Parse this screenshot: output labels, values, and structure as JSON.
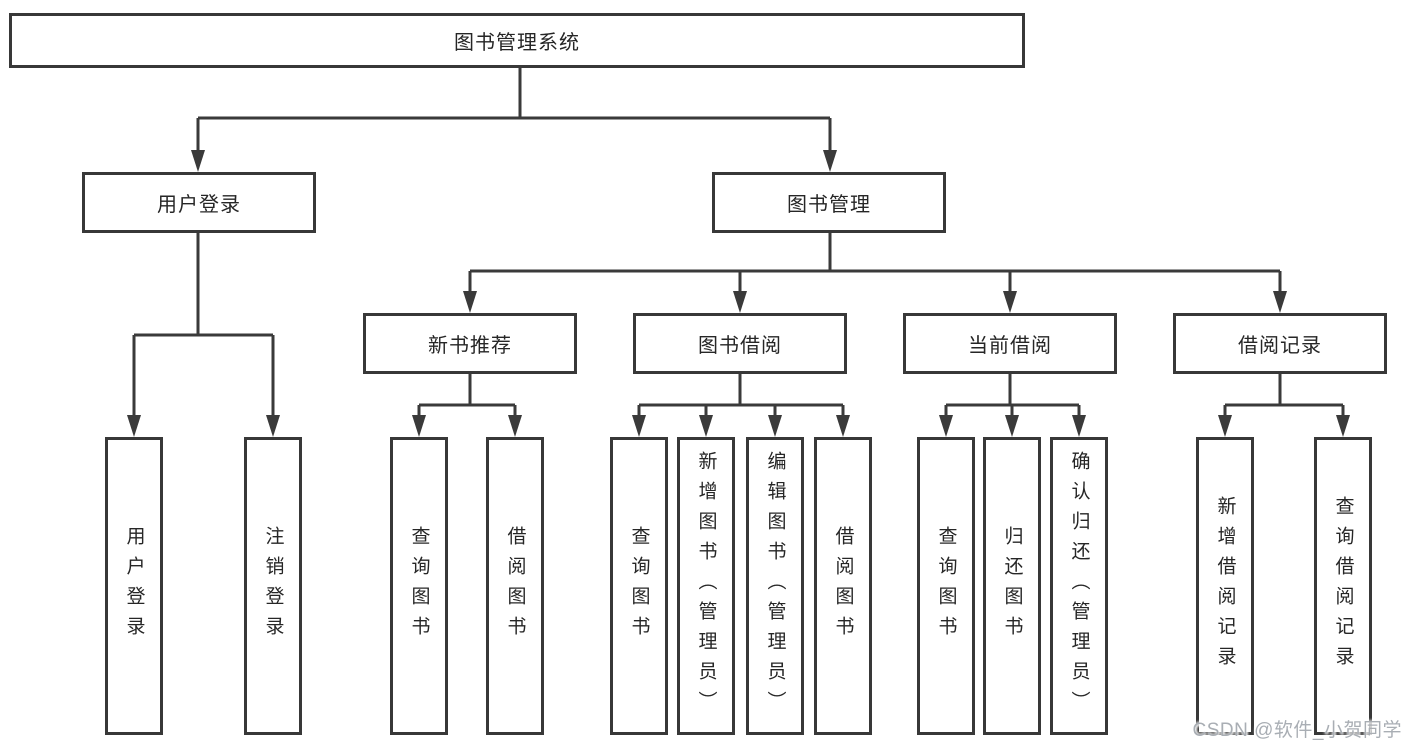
{
  "diagram": {
    "root": {
      "label": "图书管理系统"
    },
    "level2": {
      "user_login": {
        "label": "用户登录",
        "children": {
          "login": "用户登录",
          "logout": "注销登录"
        }
      },
      "book_mgmt": {
        "label": "图书管理",
        "children": {
          "new_book_rec": {
            "label": "新书推荐",
            "children": {
              "query_book": "查询图书",
              "borrow_book": "借阅图书"
            }
          },
          "book_borrow": {
            "label": "图书借阅",
            "children": {
              "query_book": "查询图书",
              "add_book": "新增图书（管理员）",
              "edit_book": "编辑图书（管理员）",
              "borrow_book": "借阅图书"
            }
          },
          "current_borrow": {
            "label": "当前借阅",
            "children": {
              "query_book": "查询图书",
              "return_book": "归还图书",
              "confirm_return": "确认归还（管理员）"
            }
          },
          "borrow_records": {
            "label": "借阅记录",
            "children": {
              "add_record": "新增借阅记录",
              "query_record": "查询借阅记录"
            }
          }
        }
      }
    }
  },
  "watermark": {
    "text": "CSDN @软件_小贺同学"
  },
  "colors": {
    "line": "#3a3a3a",
    "box_border": "#383838",
    "text": "#262626",
    "watermark": "#a9aeb4",
    "background": "#ffffff"
  }
}
